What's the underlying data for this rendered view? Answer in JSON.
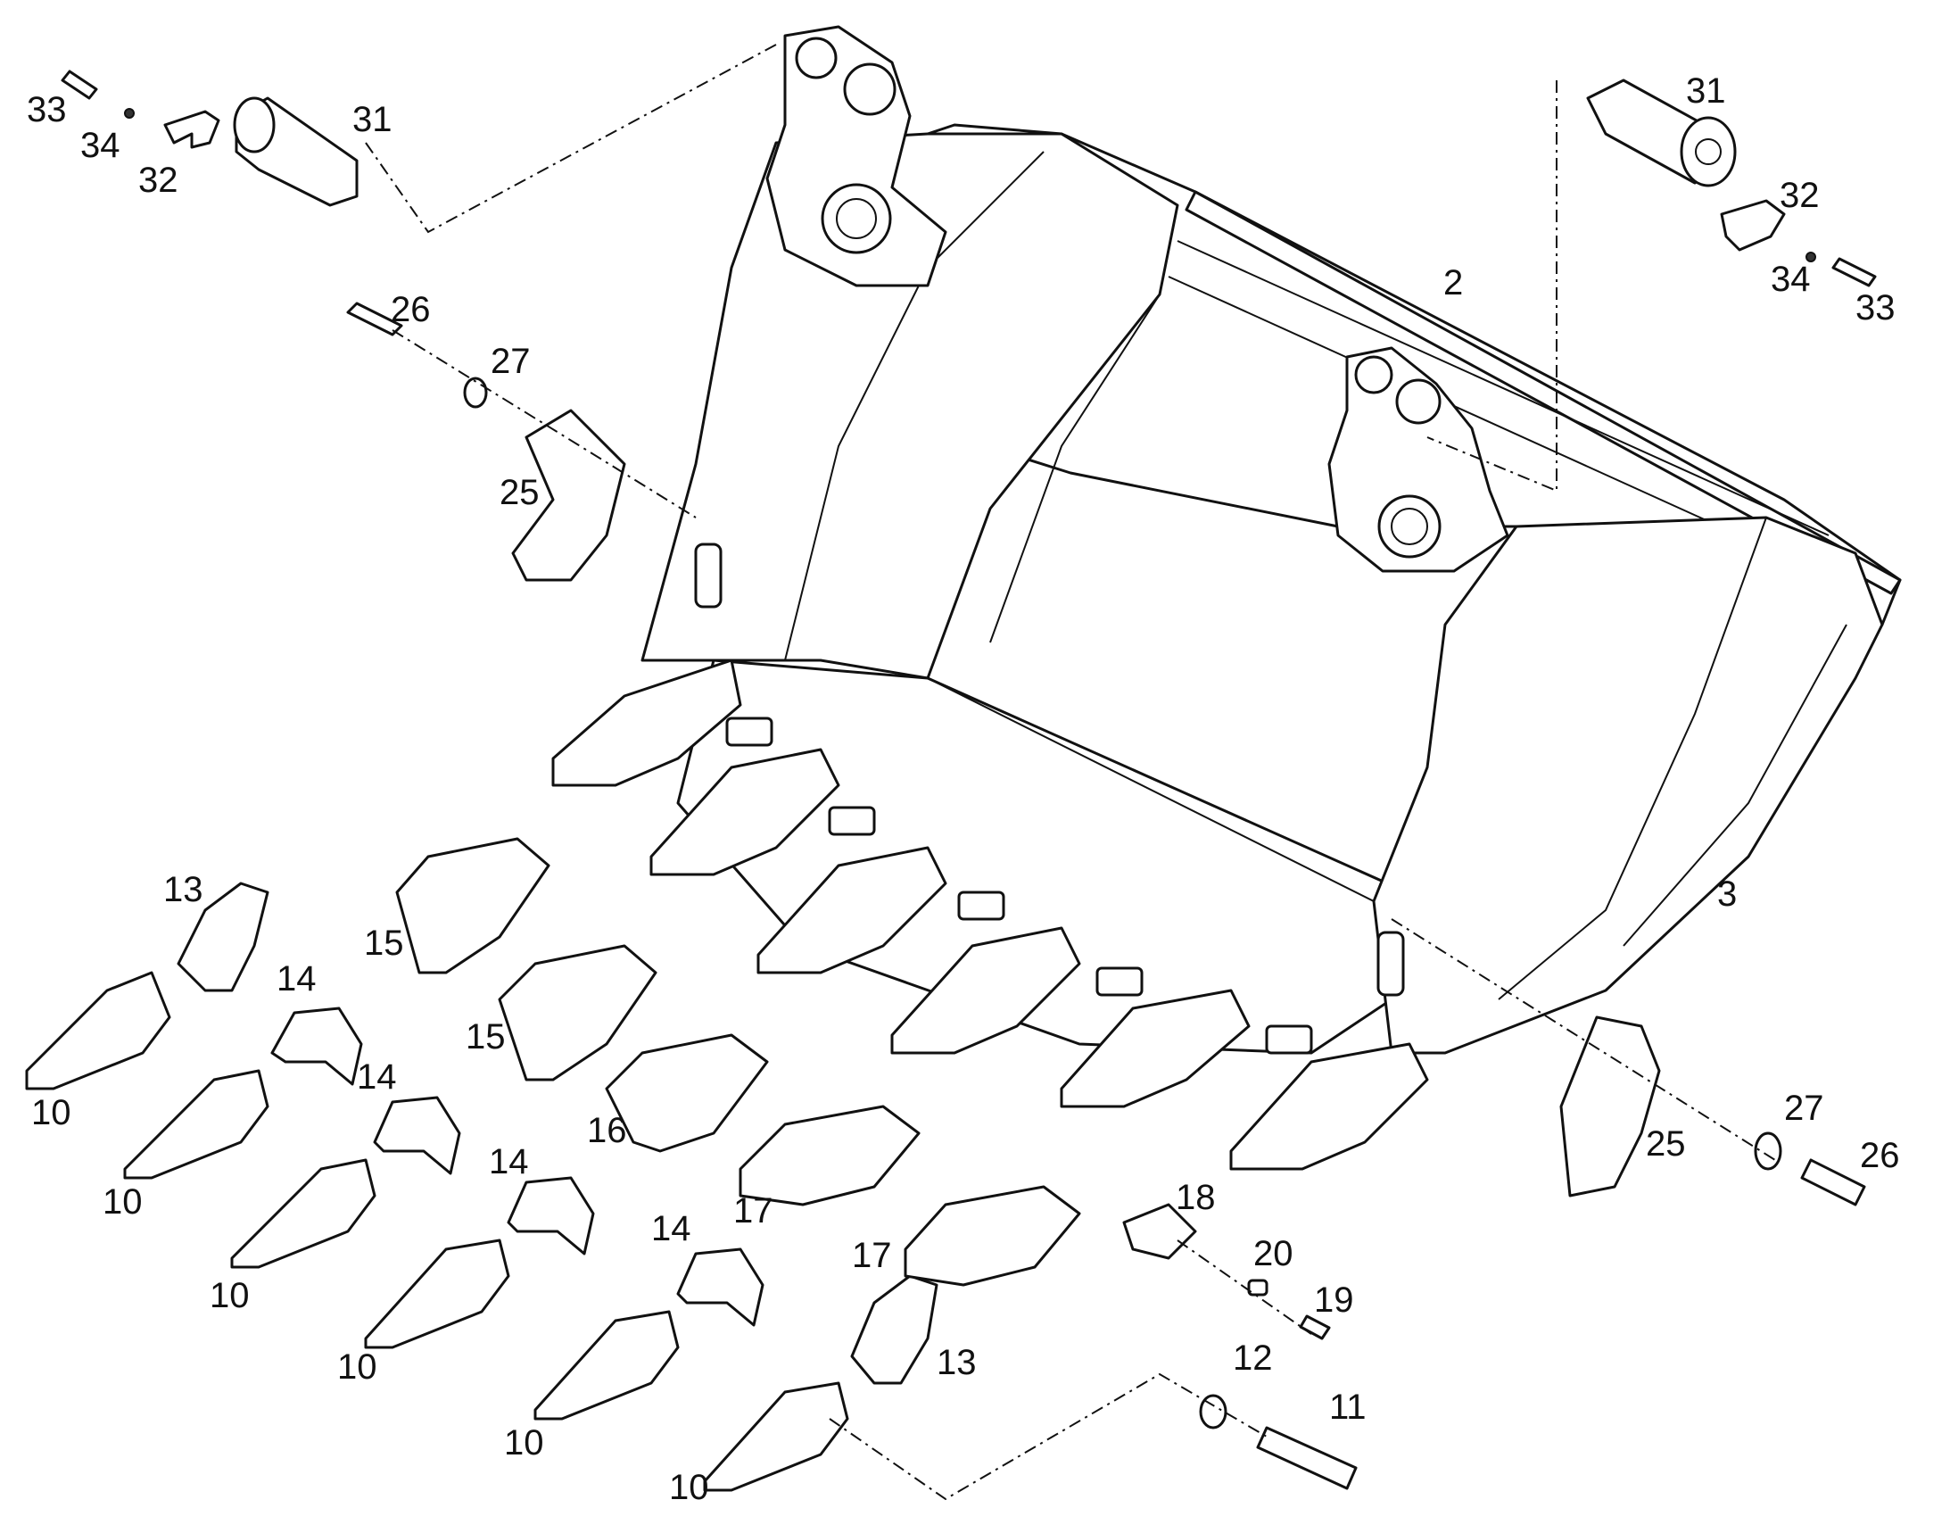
{
  "callouts": {
    "c2": "2",
    "c3": "3",
    "c10": "10",
    "c11": "11",
    "c12": "12",
    "c13": "13",
    "c14": "14",
    "c15": "15",
    "c16": "16",
    "c17": "17",
    "c18": "18",
    "c19": "19",
    "c20": "20",
    "c25": "25",
    "c26": "26",
    "c27": "27",
    "c31": "31",
    "c32": "32",
    "c33": "33",
    "c34": "34"
  },
  "colors": {
    "line": "#111111",
    "background": "#ffffff"
  }
}
